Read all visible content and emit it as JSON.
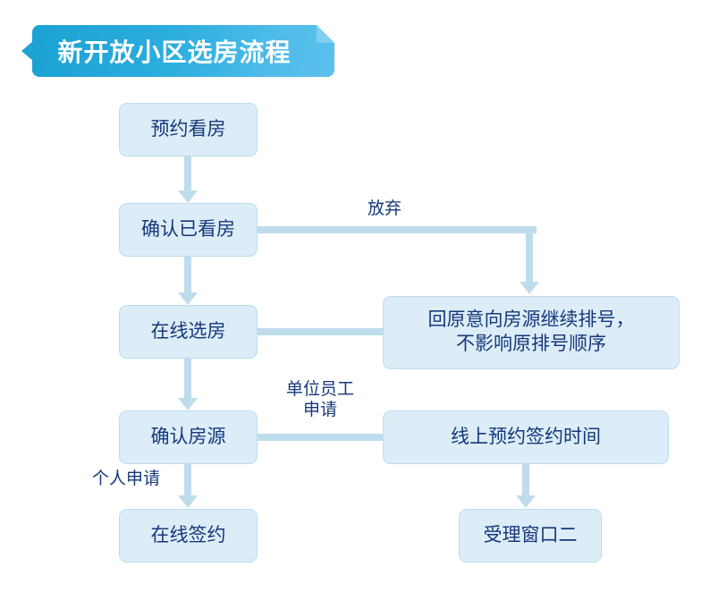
{
  "banner": {
    "title": "新开放小区选房流程",
    "bg_start": "#1ba2d3",
    "bg_end": "#5cc0ec",
    "text_color": "#ffffff"
  },
  "theme": {
    "node_fill": "#dcedf8",
    "node_border": "#bcdcee",
    "node_text": "#16387a",
    "connector": "#bedcec",
    "page_bg": "#ffffff"
  },
  "nodes": {
    "appointment": {
      "label": "预约看房"
    },
    "confirm_viewed": {
      "label": "确认已看房"
    },
    "online_select": {
      "label": "在线选房"
    },
    "confirm_house": {
      "label": "确认房源"
    },
    "online_sign": {
      "label": "在线签约"
    },
    "requeue_note": {
      "label": "回原意向房源继续排号，\n不影响原排号顺序"
    },
    "book_sign_time": {
      "label": "线上预约签约时间"
    },
    "window_two": {
      "label": "受理窗口二"
    }
  },
  "edge_labels": {
    "abandon": "放弃",
    "staff_apply": "单位员工\n申请",
    "personal_apply": "个人申请"
  }
}
